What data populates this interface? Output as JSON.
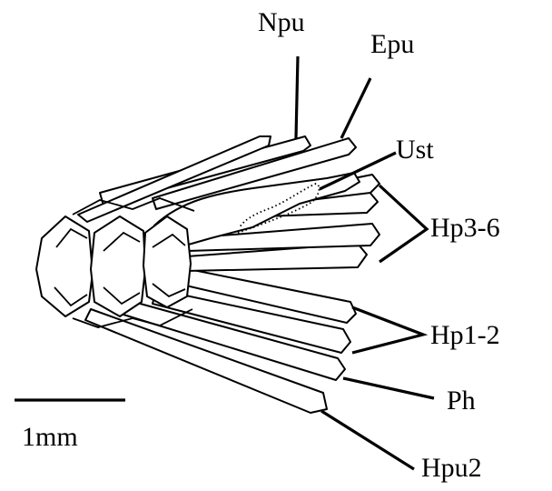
{
  "labels": {
    "npu": "Npu",
    "epu": "Epu",
    "ust": "Ust",
    "hp36": "Hp3-6",
    "hp12": "Hp1-2",
    "ph": "Ph",
    "hpu2": "Hpu2"
  },
  "scale_bar": {
    "label": "1mm"
  },
  "colors": {
    "line": "#000000",
    "background": "#ffffff"
  }
}
